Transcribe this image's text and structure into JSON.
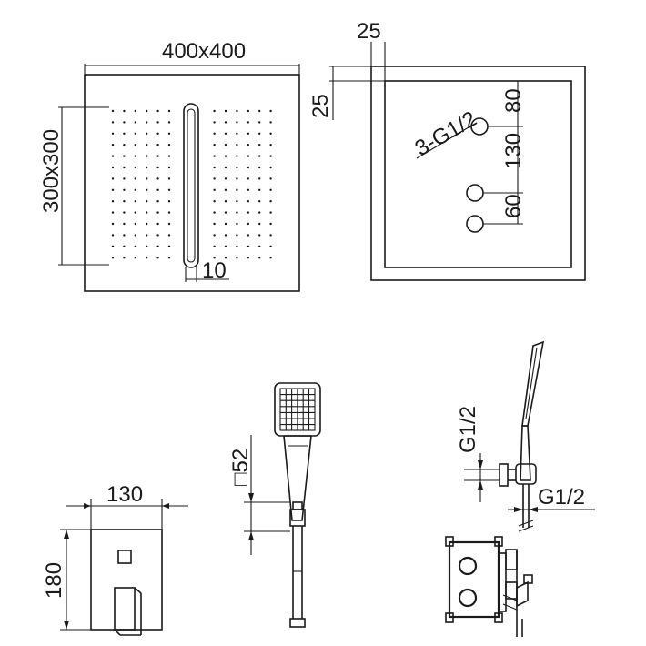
{
  "top_view": {
    "panel_size": "400x400",
    "spray_area": "300x300",
    "slot_width": "10"
  },
  "rear_view": {
    "frame_offset_top": "25",
    "frame_offset_left": "25",
    "inlets": "3-G1/2",
    "spacing_top": "80",
    "spacing_middle": "130",
    "spacing_bottom": "60"
  },
  "valve_plate": {
    "width": "130",
    "height": "180"
  },
  "hand_shower": {
    "holder_size": "□52"
  },
  "side_assembly": {
    "outlet_thread": "G1/2",
    "inlet_thread": "G1/2"
  }
}
